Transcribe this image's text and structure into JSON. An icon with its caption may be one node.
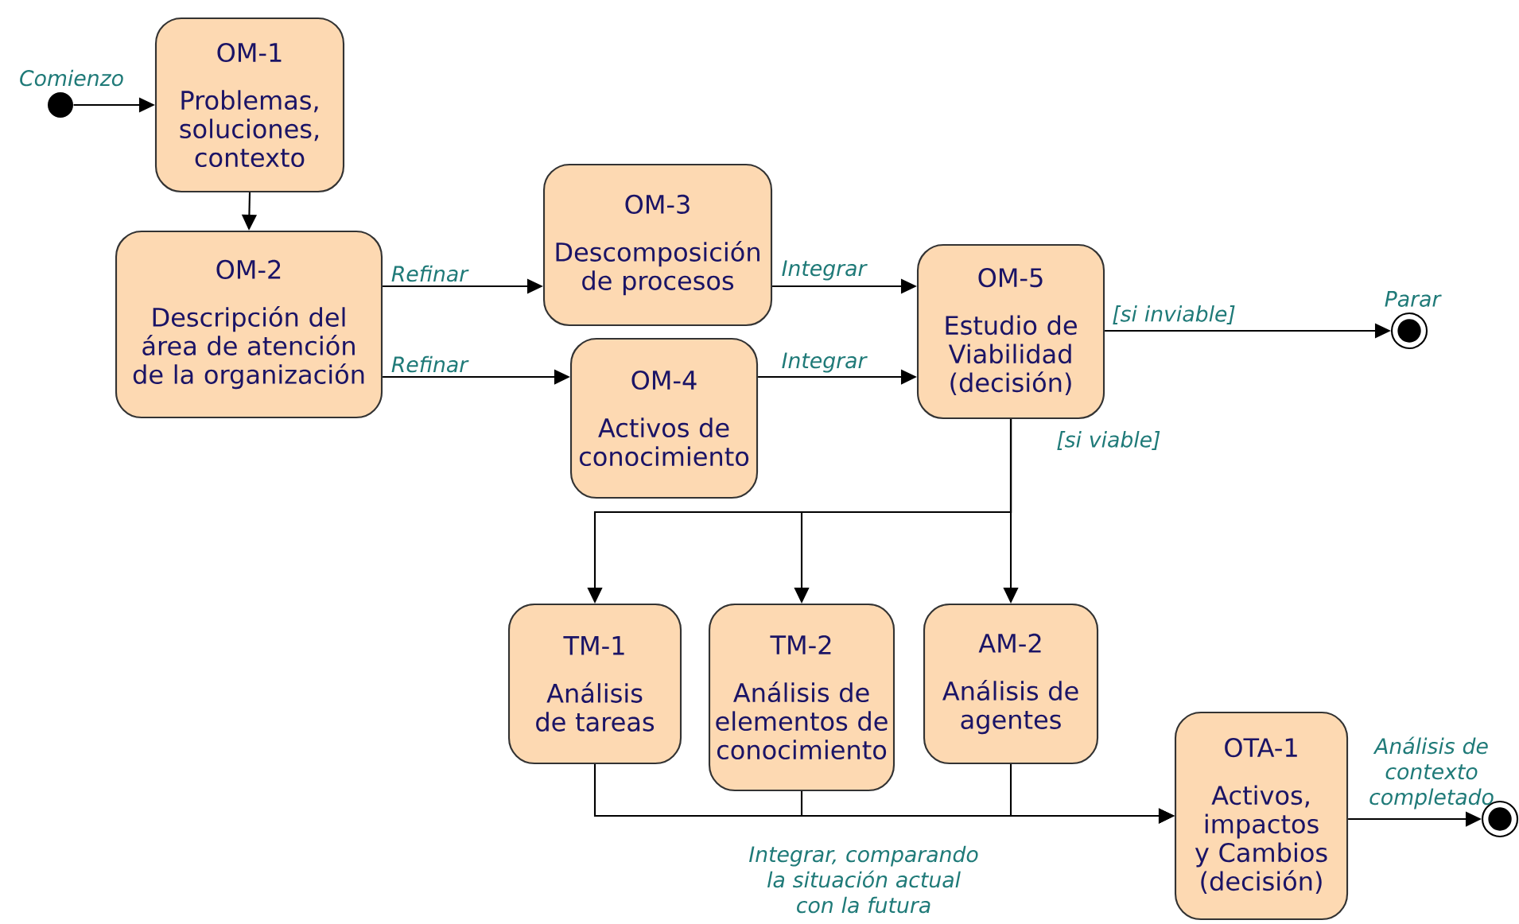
{
  "diagram": {
    "nodes": [
      {
        "text": [],
        "shape": "circle",
        "beside": [
          "Comienzo"
        ]
      },
      {
        "text": [
          "OM-1",
          "Problemas, soluciones, contexto"
        ]
      },
      {
        "text": [
          "OM-2",
          "Descripción del área de atención de la organización"
        ]
      },
      {
        "text": [
          "OM-3",
          "Descomposición de procesos"
        ]
      },
      {
        "text": [
          "OM-4",
          "Activos de conocimiento"
        ]
      },
      {
        "text": [
          "OM-5",
          "Estudio de Viabilidad (decisión)"
        ]
      },
      {
        "text": [],
        "shape": "bullseye",
        "beside": [
          "Parar"
        ]
      },
      {
        "text": [
          "TM-1",
          "Análisis de tareas"
        ]
      },
      {
        "text": [
          "TM-2",
          "Análisis de elementos de conocimiento"
        ]
      },
      {
        "text": [
          "AM-2",
          "Análisis de agentes"
        ]
      },
      {
        "text": [
          "OTA-1",
          "Activos, impactos y Cambios (decisión)"
        ]
      },
      {
        "text": [],
        "shape": "bullseye"
      }
    ],
    "edges": [
      {
        "from": 0,
        "to": 1,
        "arrow": "to"
      },
      {
        "from": 1,
        "to": 2,
        "arrow": "to"
      },
      {
        "from": 2,
        "to": 3,
        "arrow": "to",
        "label": "Refinar"
      },
      {
        "from": 2,
        "to": 4,
        "arrow": "to",
        "label": "Refinar"
      },
      {
        "from": 3,
        "to": 5,
        "arrow": "to",
        "label": "Integrar"
      },
      {
        "from": 4,
        "to": 5,
        "arrow": "to",
        "label": "Integrar"
      },
      {
        "from": 5,
        "to": 6,
        "arrow": "to",
        "label": "[si inviable]"
      },
      {
        "from": 5,
        "to": 7,
        "arrow": "to"
      },
      {
        "from": 5,
        "to": 8,
        "arrow": "to"
      },
      {
        "from": 5,
        "to": 9,
        "arrow": "to",
        "label": "[si viable]"
      },
      {
        "from": 7,
        "to": 10,
        "arrow": "to"
      },
      {
        "from": 8,
        "to": 10,
        "arrow": "to",
        "label": "Integrar, comparando la situación actual con la futura"
      },
      {
        "from": 9,
        "to": 10,
        "arrow": "to"
      },
      {
        "from": 10,
        "to": 11,
        "arrow": "to",
        "label": "Análisis de contexto completado"
      }
    ]
  }
}
